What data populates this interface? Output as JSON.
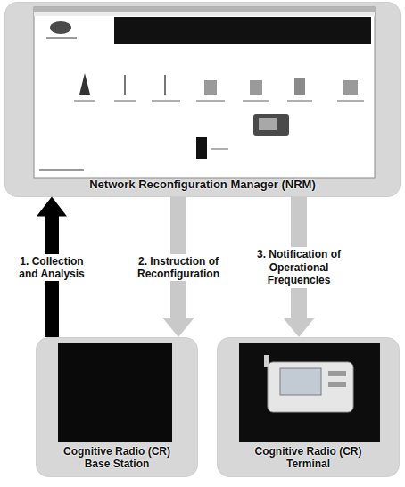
{
  "diagram": {
    "nodes": [
      {
        "text": [
          "Network Reconfiguration Manager (NRM)"
        ]
      },
      {
        "text": [
          "Cognitive Radio (CR) Base Station"
        ]
      },
      {
        "text": [
          "Cognitive Radio (CR) Terminal"
        ]
      }
    ],
    "edges": [
      {
        "from": 1,
        "to": 0,
        "arrow": "to",
        "label": "1. Collection and Analysis"
      },
      {
        "from": 0,
        "to": 1,
        "arrow": "to",
        "label": "2. Instruction of Reconfiguration"
      },
      {
        "from": 0,
        "to": 2,
        "arrow": "to",
        "label": "3. Notification of Operational Frequencies"
      }
    ]
  }
}
